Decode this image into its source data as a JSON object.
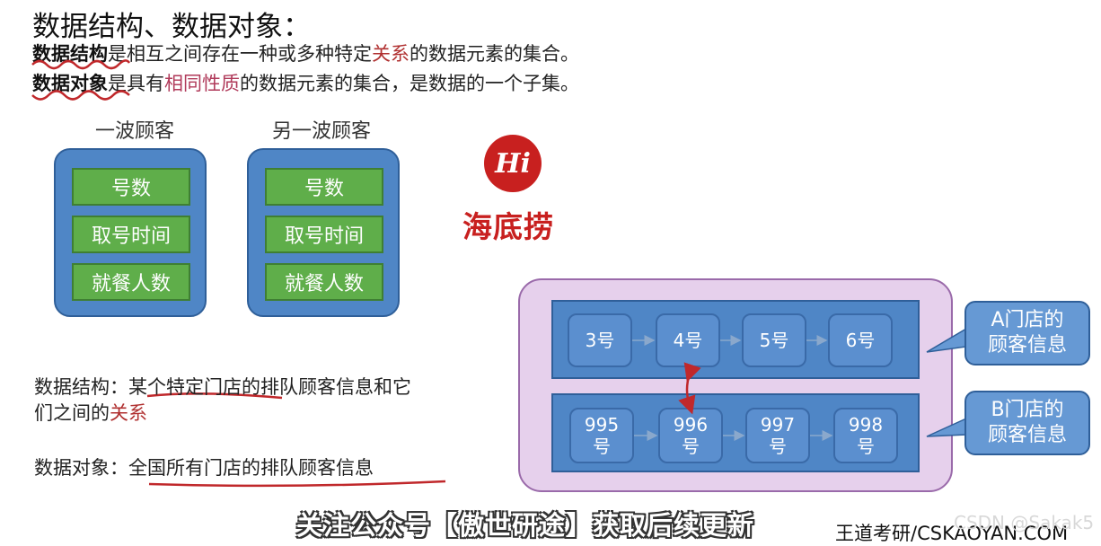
{
  "title": "数据结构、数据对象：",
  "definitions": {
    "structure": {
      "term": "数据结构",
      "pre": "是相互之间存在一种或多种特定",
      "highlight": "关系",
      "post": "的数据元素的集合。"
    },
    "object": {
      "term": "数据对象",
      "pre": "是具有",
      "highlight": "相同性质",
      "post": "的数据元素的集合，是数据的一个子集。"
    }
  },
  "groups": [
    {
      "label": "一波顾客",
      "fields": [
        "号数",
        "取号时间",
        "就餐人数"
      ]
    },
    {
      "label": "另一波顾客",
      "fields": [
        "号数",
        "取号时间",
        "就餐人数"
      ]
    }
  ],
  "logo": {
    "mark": "Hi",
    "name": "海底捞"
  },
  "examples": {
    "structure_label": "数据结构：",
    "structure_text_1": "某个特定门店的排队顾客信息和它",
    "structure_text_2a": "们之间的",
    "structure_text_2b": "关系",
    "object_label": "数据对象：",
    "object_text": "全国所有门店的排队顾客信息"
  },
  "queues": {
    "row_a": [
      "3号",
      "4号",
      "5号",
      "6号"
    ],
    "row_b": [
      [
        "995",
        "号"
      ],
      [
        "996",
        "号"
      ],
      [
        "997",
        "号"
      ],
      [
        "998",
        "号"
      ]
    ],
    "callout_a": [
      "A门店的",
      "顾客信息"
    ],
    "callout_b": [
      "B门店的",
      "顾客信息"
    ]
  },
  "footer": {
    "subtitle": "关注公众号【傲世研途】获取后续更新",
    "brand": "王道考研/CSKAOYAN.COM",
    "watermark": "CSDN @Sakak5"
  },
  "colors": {
    "card_blue": "#4f86c6",
    "field_green": "#5fae4a",
    "panel_purple": "#e6d0ec",
    "accent_red": "#c8201f"
  }
}
